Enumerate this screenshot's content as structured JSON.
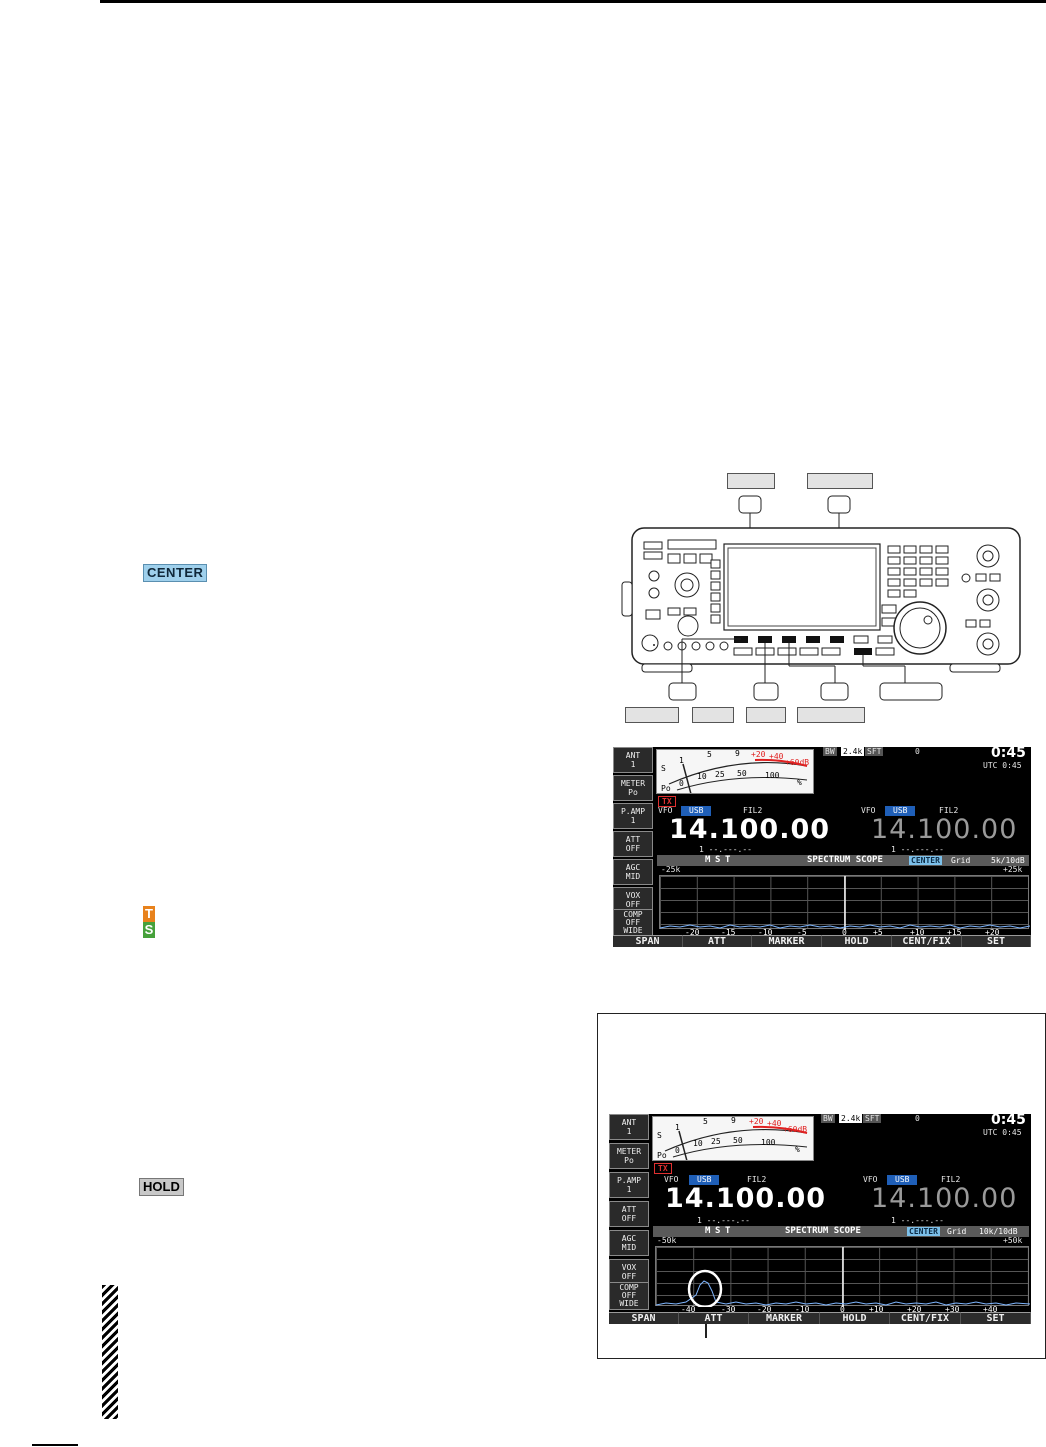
{
  "page": {
    "icons": {
      "center": "CENTER",
      "tx_scope": "T",
      "sweep_scope": "S",
      "hold": "HOLD"
    }
  },
  "front_panel": {
    "top_labels": [
      "",
      ""
    ],
    "bottom_labels": [
      "",
      "",
      "",
      ""
    ]
  },
  "display": {
    "side_buttons": [
      "ANT\n1",
      "METER\nPo",
      "P.AMP\n1",
      "ATT\nOFF",
      "AGC\nMID",
      "VOX\nOFF",
      "COMP\nOFF\nWIDE"
    ],
    "function_buttons": [
      "SPAN",
      "ATT",
      "MARKER",
      "HOLD",
      "CENT/FIX",
      "SET"
    ],
    "meter": {
      "s_scale": [
        "S",
        "1",
        "5",
        "9",
        "+20",
        "+40",
        "+60dB"
      ],
      "po_scale": [
        "Po",
        "0",
        "10",
        "25",
        "50",
        "100",
        "%"
      ]
    },
    "bw_label": "BW",
    "bw_value": "2.4k",
    "sft_label": "SFT",
    "sft_value": "0",
    "clock": "0:45",
    "utc": "UTC  0:45",
    "tx": "TX",
    "vfo_main": {
      "vfo": "VFO",
      "mode": "USB",
      "filter": "FIL2",
      "freq": "14.100.00",
      "sub": "1  --.---.--"
    },
    "vfo_sub": {
      "vfo": "VFO",
      "mode": "USB",
      "filter": "FIL2",
      "freq": "14.100.00",
      "sub": "1  --.---.--"
    },
    "scope_flags": [
      "M",
      "S",
      "T"
    ],
    "scope_title": "SPECTRUM SCOPE",
    "scope_mode": "CENTER",
    "grid": "Grid"
  },
  "screen1": {
    "span": "5k/10dB",
    "left_edge": "-25k",
    "right_edge": "+25k",
    "ticks": [
      "-20",
      "-15",
      "-10",
      "-5",
      "0",
      "+5",
      "+10",
      "+15",
      "+20"
    ]
  },
  "screen2": {
    "span": "10k/10dB",
    "left_edge": "-50k",
    "right_edge": "+50k",
    "ticks": [
      "-40",
      "-30",
      "-20",
      "-10",
      "0",
      "+10",
      "+20",
      "+30",
      "+40"
    ]
  },
  "colors": {
    "center_badge": "#9fd0ec",
    "t_badge": "#e8821c",
    "s_badge": "#46a13b",
    "usb": "#1f5fb8",
    "tx": "#e03030",
    "scope_signal": "#7fb6ff"
  }
}
